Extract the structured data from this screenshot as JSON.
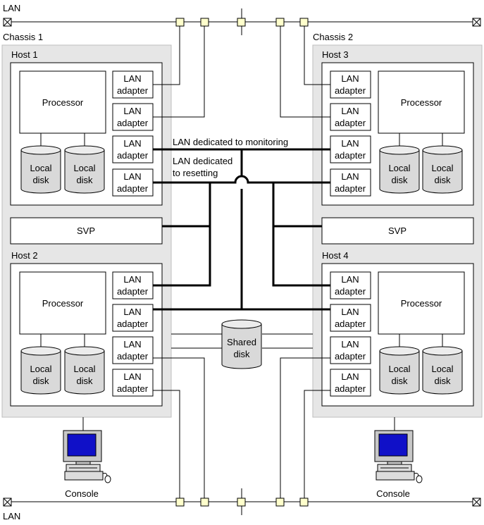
{
  "lan_labels": {
    "top": "LAN",
    "bottom": "LAN"
  },
  "chassis": [
    {
      "name": "Chassis 1"
    },
    {
      "name": "Chassis 2"
    }
  ],
  "hosts": [
    {
      "name": "Host 1",
      "processor": "Processor",
      "disk_line1": "Local",
      "disk_line2": "disk",
      "adapter_line1": "LAN",
      "adapter_line2": "adapter"
    },
    {
      "name": "Host 2",
      "processor": "Processor",
      "disk_line1": "Local",
      "disk_line2": "disk",
      "adapter_line1": "LAN",
      "adapter_line2": "adapter"
    },
    {
      "name": "Host 3",
      "processor": "Processor",
      "disk_line1": "Local",
      "disk_line2": "disk",
      "adapter_line1": "LAN",
      "adapter_line2": "adapter"
    },
    {
      "name": "Host 4",
      "processor": "Processor",
      "disk_line1": "Local",
      "disk_line2": "disk",
      "adapter_line1": "LAN",
      "adapter_line2": "adapter"
    }
  ],
  "svp_label": "SVP",
  "monitoring_label": "LAN dedicated to monitoring",
  "resetting_label": {
    "line1": "LAN dedicated",
    "line2": "to resetting"
  },
  "shared_disk": {
    "line1": "Shared",
    "line2": "disk"
  },
  "console_label": "Console",
  "colors": {
    "chassis_fill": "#e6e6e6",
    "connector_fill": "#ffffcc",
    "monitor_screen": "#1010c8"
  }
}
